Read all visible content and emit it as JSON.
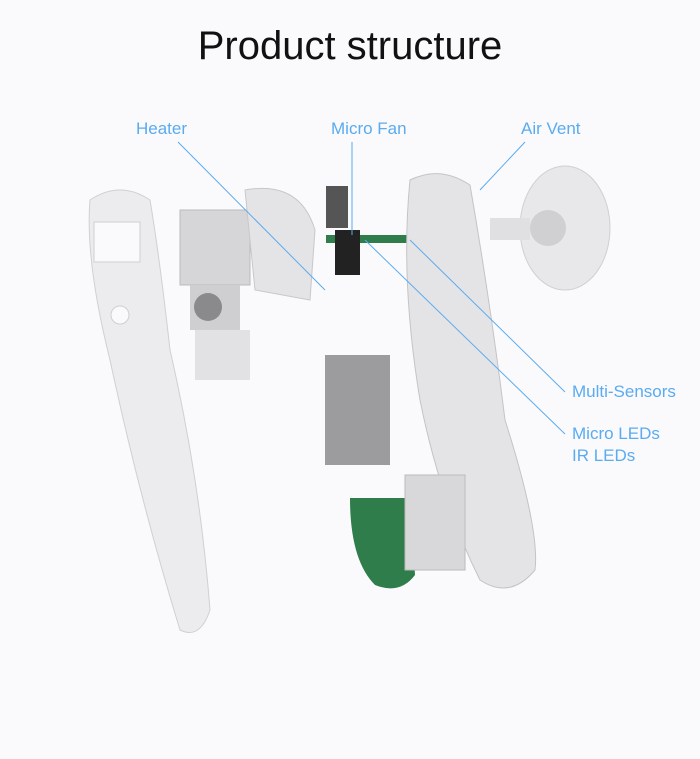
{
  "title": "Product structure",
  "labels": {
    "heater": "Heater",
    "micro_fan": "Micro Fan",
    "air_vent": "Air Vent",
    "multi_sensors": "Multi-Sensors",
    "micro_leds": "Micro LEDs",
    "ir_leds": "IR LEDs"
  },
  "colors": {
    "label": "#5aabf0",
    "pcb": "#2e7d4a",
    "shell": "#e6e6e8"
  }
}
